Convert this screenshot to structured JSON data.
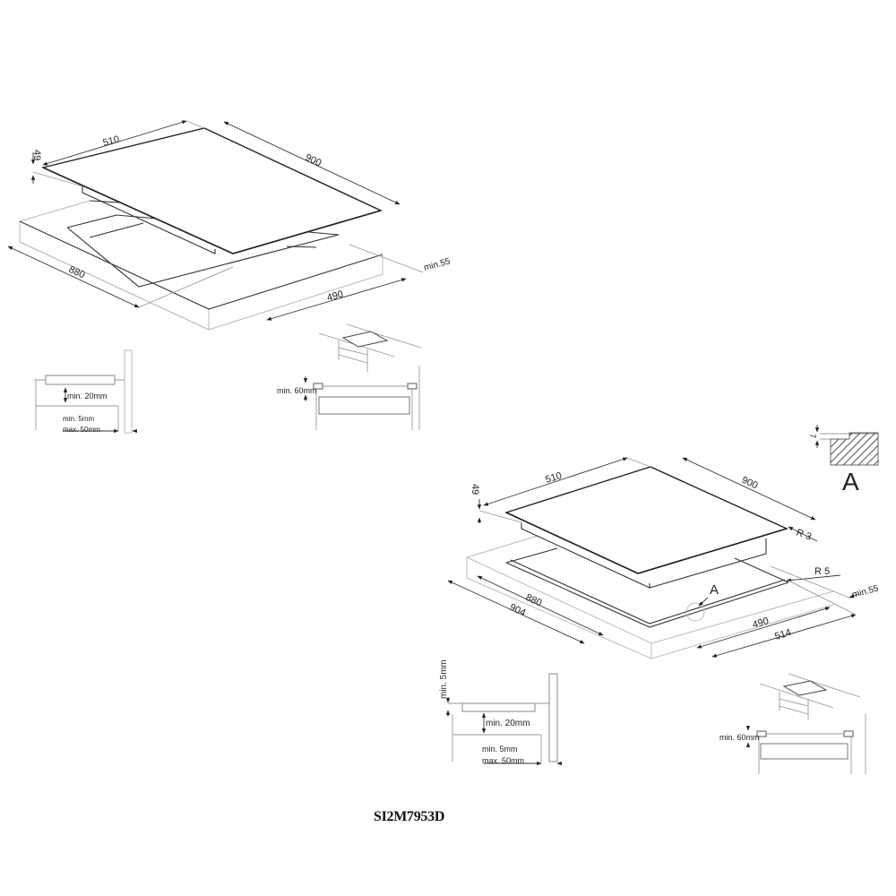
{
  "model": "SI2M7953D",
  "top_drawing": {
    "dimensions": {
      "height": "49",
      "width": "510",
      "length": "900",
      "cutout_length": "880",
      "cutout_width": "490",
      "min_edge": "min.55"
    },
    "side_detail": {
      "min_gap": "min. 20mm",
      "min_clear": "min. 5mm",
      "max_clear": "max. 50mm"
    },
    "oven_detail": {
      "min_gap": "min. 60mm"
    }
  },
  "bottom_drawing": {
    "dimensions": {
      "height": "49",
      "width": "510",
      "length": "900",
      "radius_top": "R 3",
      "radius_cut": "R 5",
      "detail_marker": "A",
      "cutout_length": "880",
      "outer_length": "904",
      "cutout_width": "490",
      "outer_width": "514",
      "min_edge": "min.55"
    },
    "section_detail": {
      "depth": "7",
      "label": "A"
    },
    "side_detail": {
      "top_min": "min. 5mm",
      "min_gap": "min. 20mm",
      "min_clear": "min. 5mm",
      "max_clear": "max. 50mm"
    },
    "oven_detail": {
      "min_gap": "min. 60mm"
    }
  }
}
